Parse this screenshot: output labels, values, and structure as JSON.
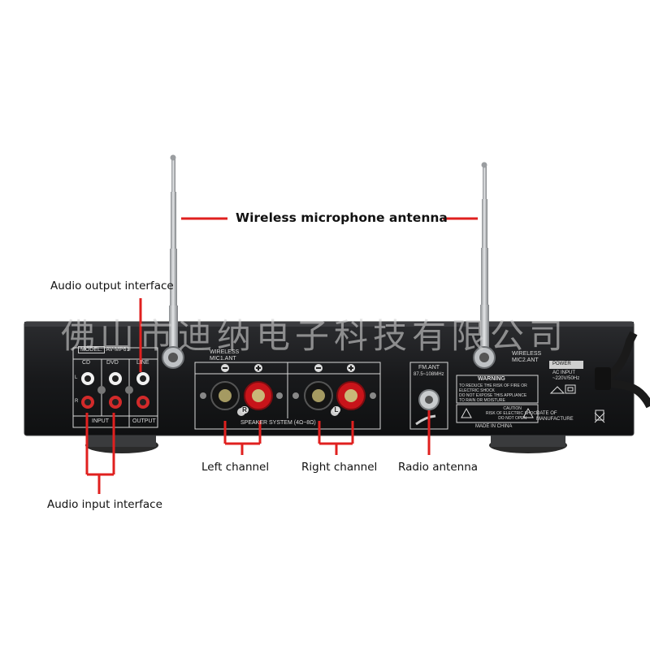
{
  "callouts": {
    "antenna": "Wireless microphone antenna",
    "audio_output": "Audio output interface",
    "audio_input": "Audio input interface",
    "left_channel": "Left channel",
    "right_channel": "Right channel",
    "radio_antenna": "Radio antenna"
  },
  "panel": {
    "model_label": "MODEL:",
    "model_value": "AV-MP61",
    "cd": "CD",
    "dvd": "DVD",
    "line": "LINE",
    "input": "INPUT",
    "output": "OUTPUT",
    "l": "L",
    "r": "R",
    "wireless1": "WIRELESS",
    "mic1": "MIC1.ANT",
    "wireless2": "WIRELESS",
    "mic2": "MIC2.ANT",
    "speaker_system": "SPEAKER SYSTEM (4Ω~8Ω)",
    "fm_ant": "FM.ANT",
    "fm_range": "87.5~108MHz",
    "warning": "WARNING",
    "warning_text1": "TO REDUCE THE RISK OF FIRE OR",
    "warning_text2": "ELECTRIC SHOCK",
    "warning_text3": "DO NOT EXPOSE THIS APPLIANCE",
    "warning_text4": "TO RAIN OR MOISTURE",
    "caution": "CAUTION",
    "caution_text1": "RISK OF ELECTRIC SHOCK",
    "caution_text2": "DO NOT OPEN",
    "made_in": "MADE IN CHINA",
    "power": "POWER",
    "ac_input": "AC INPUT",
    "ac_value": "~220V/50Hz",
    "date_of": "DATE OF",
    "manufacture": "MANUFACTURE"
  },
  "watermark": "佛山市迪纳电子科技有限公司",
  "colors": {
    "callout_line": "#e0201f",
    "panel_body": "#1c1d1f",
    "panel_text": "#e6e6e6",
    "terminal_red": "#c8141a"
  }
}
